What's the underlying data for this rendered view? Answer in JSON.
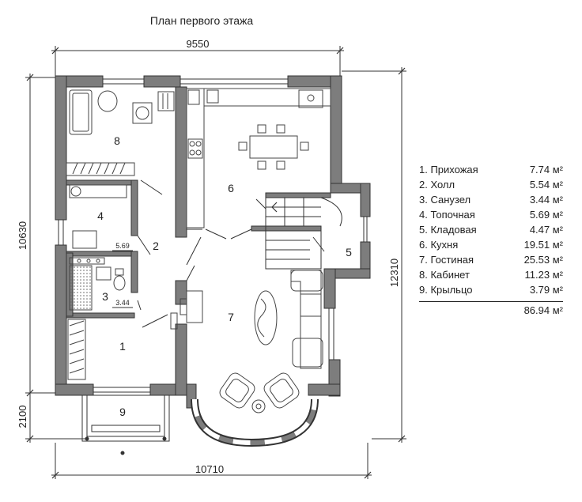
{
  "title": "План первого этажа",
  "dimensions": {
    "top": "9550",
    "bottom": "10710",
    "left_main": "10630",
    "left_porch": "2100",
    "right": "12310"
  },
  "room_numbers": {
    "r1": "1",
    "r2": "2",
    "r3": "3",
    "r4": "4",
    "r5": "5",
    "r6": "6",
    "r7": "7",
    "r8": "8",
    "r9": "9"
  },
  "inline_areas": {
    "a4": "5.69",
    "a3": "3.44"
  },
  "legend": {
    "rooms": [
      {
        "name": "1. Прихожая",
        "area": "7.74 м²"
      },
      {
        "name": "2. Холл",
        "area": "5.54 м²"
      },
      {
        "name": "3. Санузел",
        "area": "3.44 м²"
      },
      {
        "name": "4. Топочная",
        "area": "5.69 м²"
      },
      {
        "name": "5. Кладовая",
        "area": "4.47 м²"
      },
      {
        "name": "6. Кухня",
        "area": "19.51 м²"
      },
      {
        "name": "7. Гостиная",
        "area": "25.53 м²"
      },
      {
        "name": "8. Кабинет",
        "area": "11.23 м²"
      },
      {
        "name": "9. Крыльцо",
        "area": "3.79 м²"
      }
    ],
    "total": "86.94 м²"
  },
  "colors": {
    "wall": "#7d7d7d",
    "line": "#333333"
  }
}
